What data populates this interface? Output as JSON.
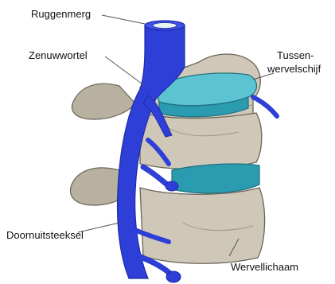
{
  "labels": {
    "spinal_cord": "Ruggenmerg",
    "nerve_root": "Zenuwwortel",
    "disc_line1": "Tussen-",
    "disc_line2": "wervelschijf",
    "spinous_process": "Doornuitsteeksel",
    "vertebral_body": "Wervellichaam"
  },
  "colors": {
    "bone": "#cfc8b8",
    "bone_shade": "#b3ab99",
    "bone_outline": "#6b655a",
    "disc": "#2b9bb0",
    "disc_light": "#5cc3d3",
    "nerve": "#2d3fd6",
    "nerve_dark": "#1f2ca6",
    "leader": "#555555"
  }
}
